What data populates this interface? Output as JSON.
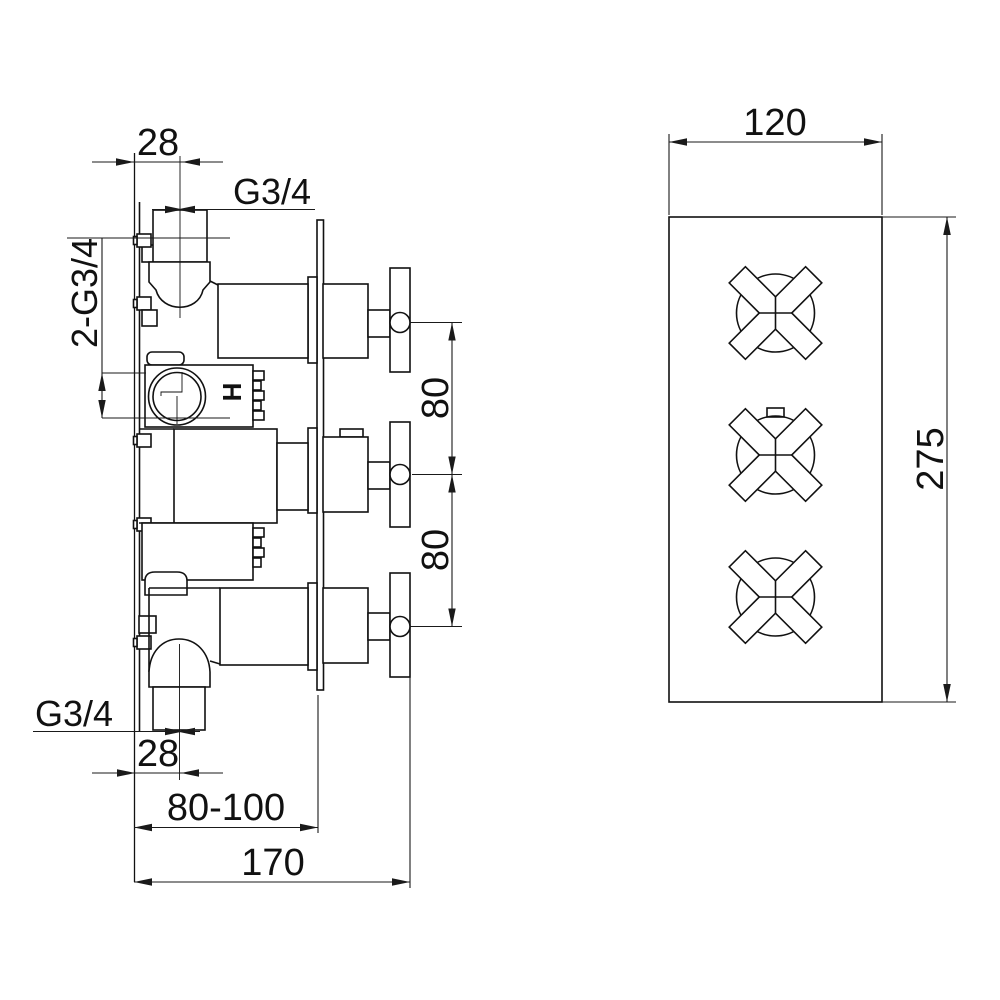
{
  "colors": {
    "background": "#ffffff",
    "object_line": "#111111",
    "dimension_line": "#1a1a1a"
  },
  "side_view": {
    "dim_top_inlet_offset": "28",
    "dim_inlet_thread": "G3/4",
    "dim_side_ports_thread": "2-G3/4",
    "dim_handle_spacing_upper": "80",
    "dim_handle_spacing_lower": "80",
    "dim_outlet_thread": "G3/4",
    "dim_bottom_outlet_offset": "28",
    "dim_wall_depth_range": "80-100",
    "dim_overall_depth": "170",
    "hot_side_marker": "H"
  },
  "front_view": {
    "dim_plate_width": "120",
    "dim_plate_height": "275"
  }
}
